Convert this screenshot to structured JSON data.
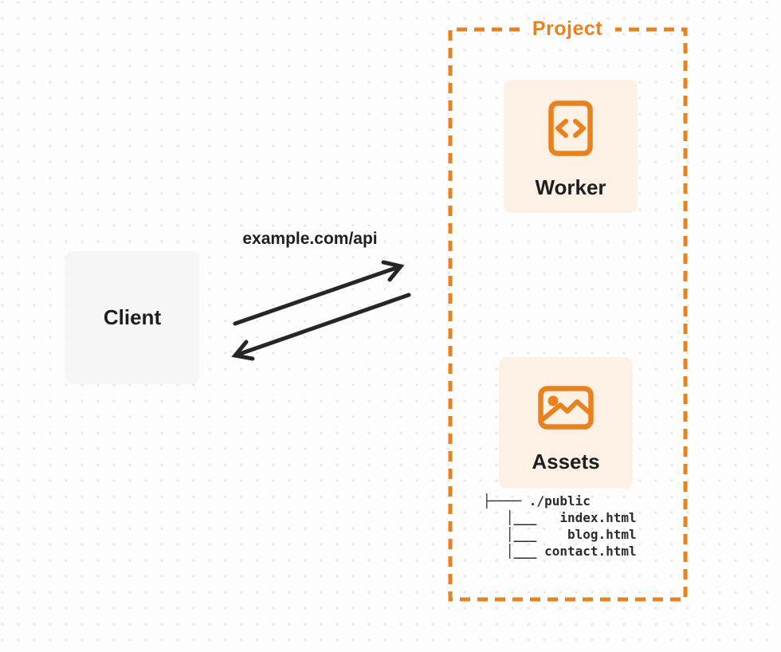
{
  "diagram": {
    "project": {
      "label": "Project"
    },
    "client": {
      "label": "Client"
    },
    "worker": {
      "label": "Worker",
      "icon": "code-file-icon"
    },
    "assets": {
      "label": "Assets",
      "icon": "image-icon"
    },
    "request_label": "example.com/api",
    "file_tree": {
      "root": "./public",
      "files": [
        "index.html",
        "blog.html",
        "contact.html"
      ],
      "ascii": "├──── ./public\n   │___   index.html\n   │___    blog.html\n   │___ contact.html"
    },
    "colors": {
      "accent_orange": "#E8821F",
      "card_cream": "#FCF1E4",
      "card_gray": "#F6F6F6",
      "ink": "#262626",
      "background": "#FDFDFD",
      "dot_grid": "#E7E7E7"
    }
  }
}
